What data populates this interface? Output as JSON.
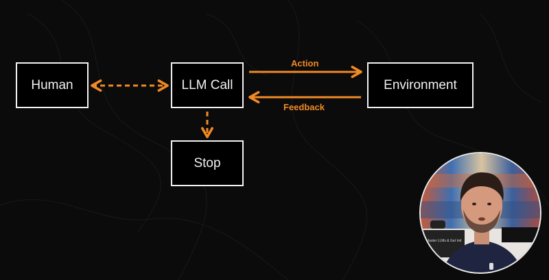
{
  "nodes": {
    "human": "Human",
    "llm_call": "LLM Call",
    "environment": "Environment",
    "stop": "Stop"
  },
  "edges": {
    "action_label": "Action",
    "feedback_label": "Feedback"
  },
  "colors": {
    "background": "#0c0b0b",
    "node_border": "#f2f2f2",
    "node_fill": "#000000",
    "accent": "#f08a24"
  },
  "webcam": {
    "screen_text": "Master LLMs & Get Ind"
  }
}
